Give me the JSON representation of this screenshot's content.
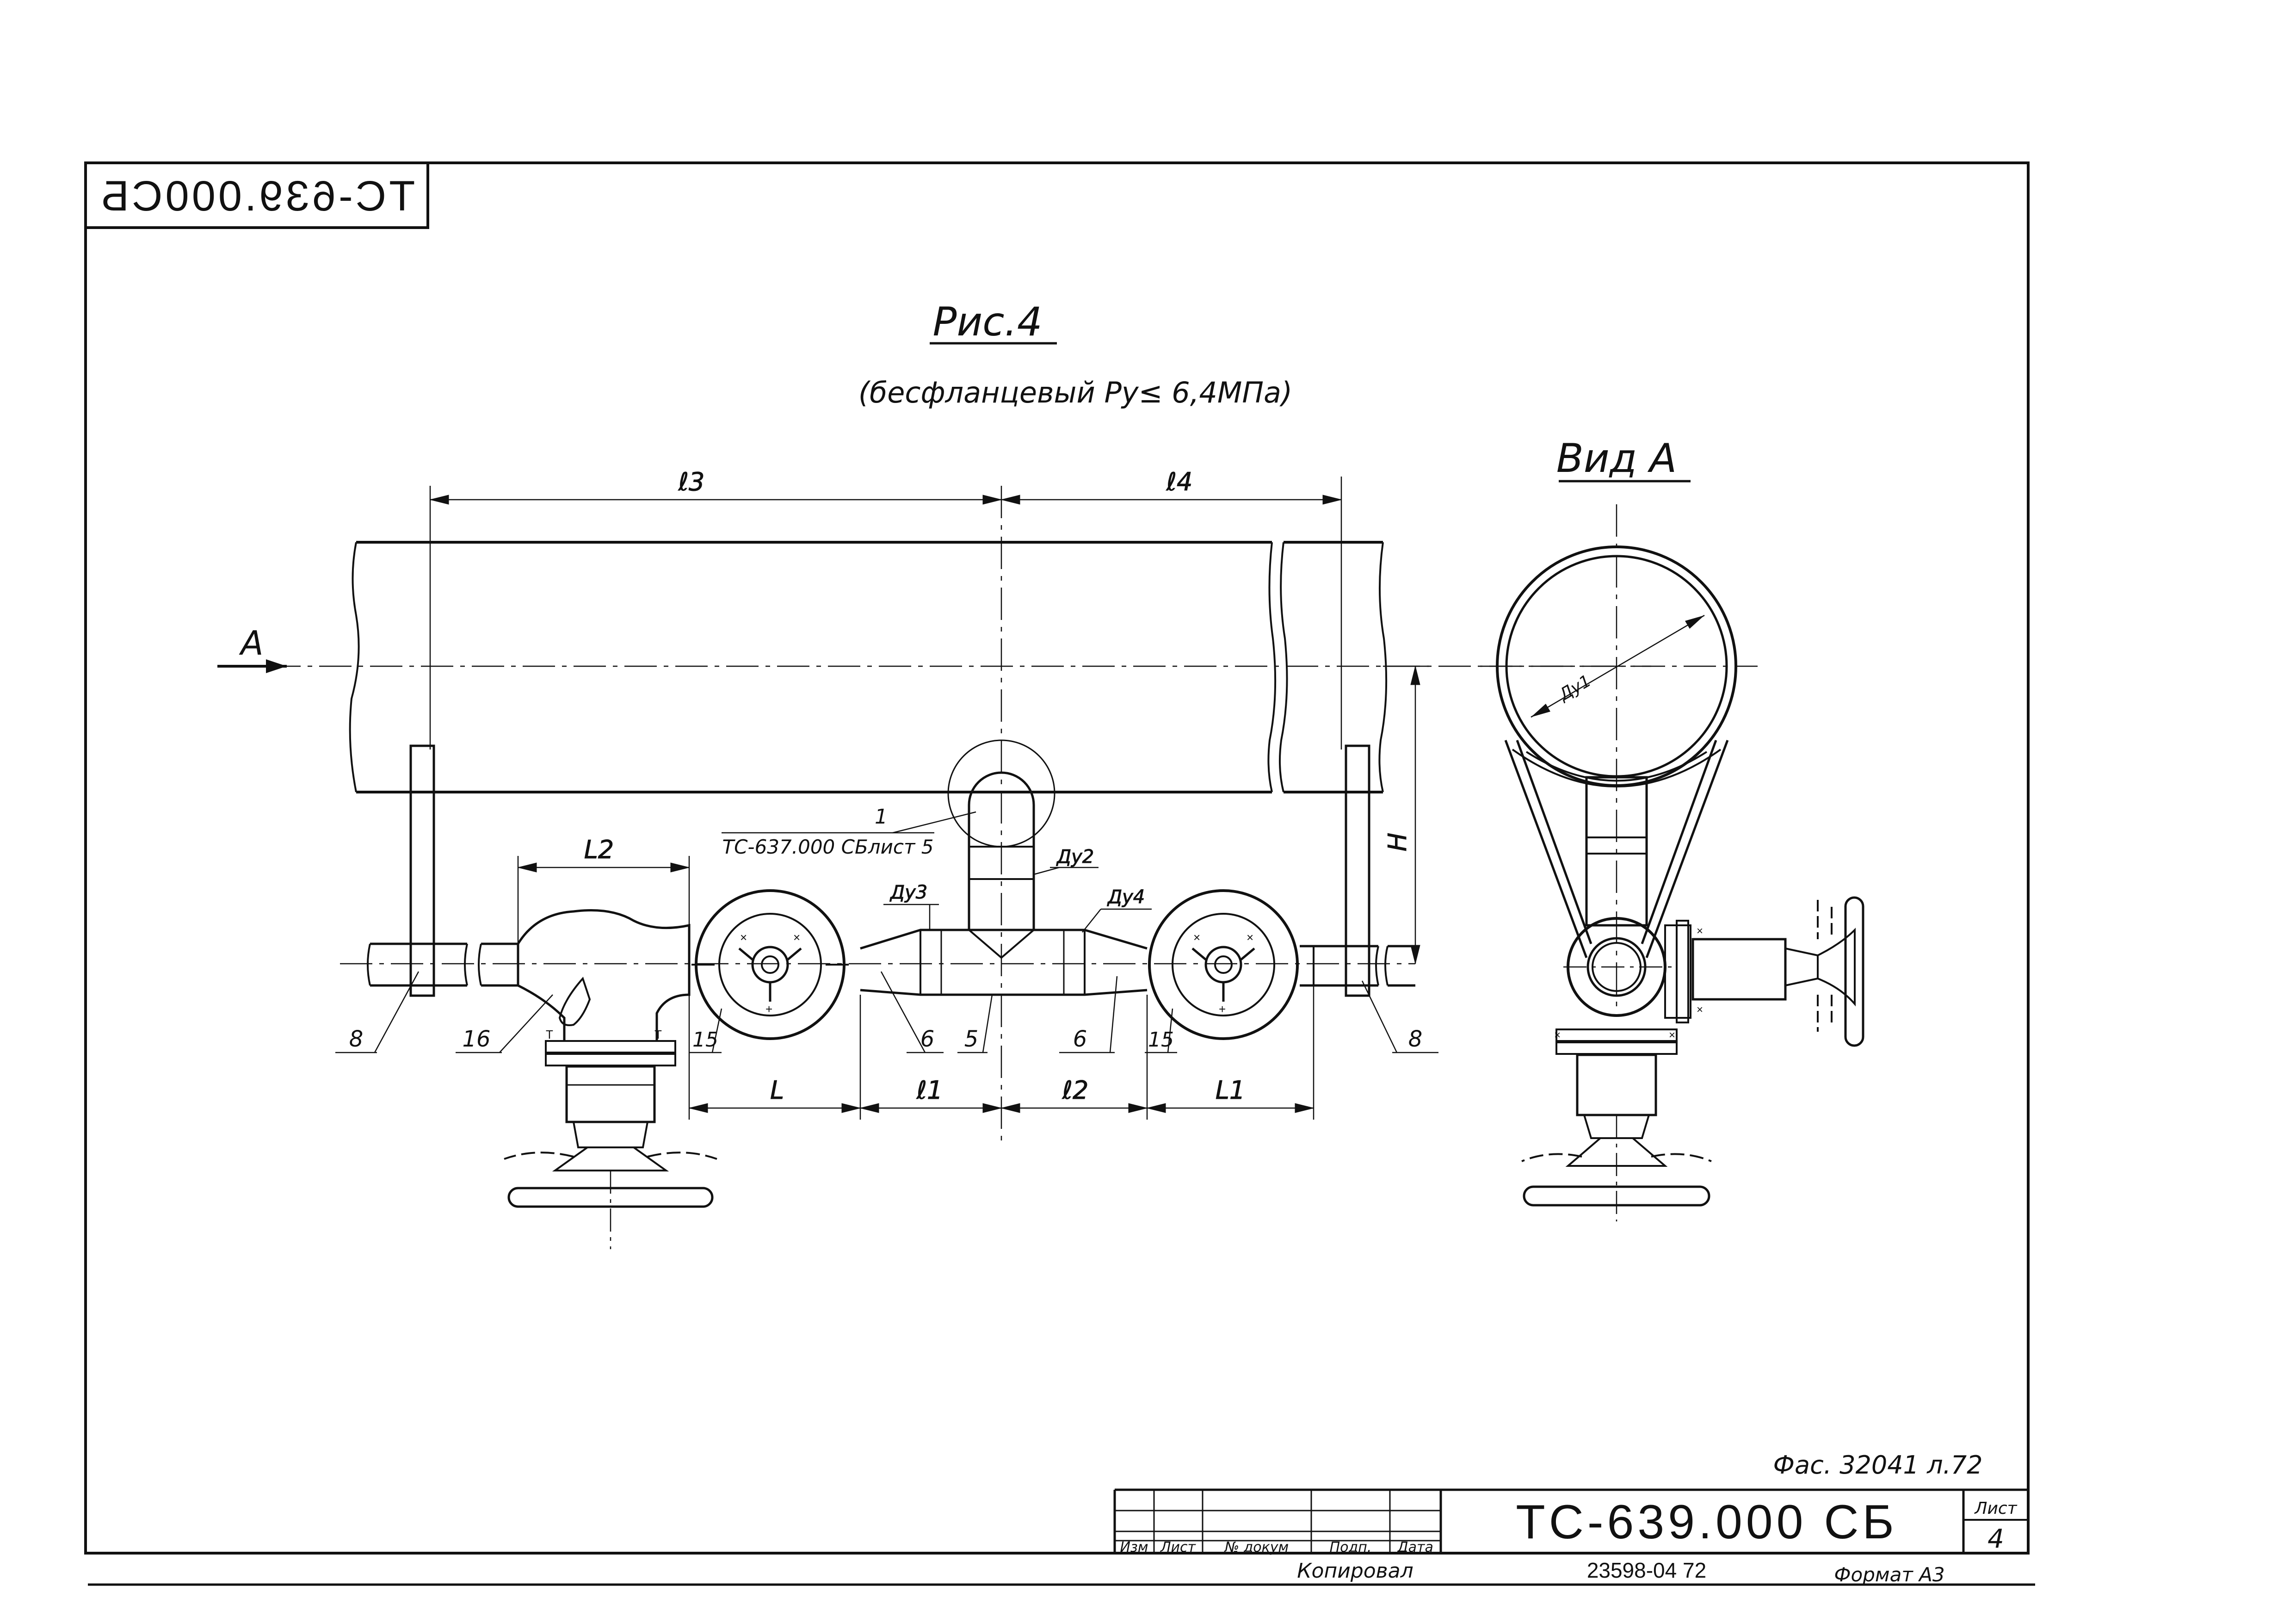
{
  "stamp": {
    "mirrored_code": "ТС-639.000СБ"
  },
  "figure": {
    "title": "Рис.4",
    "subtitle": "(бесфланцевый Ру≤ 6,4МПа)",
    "view_title": "Вид А",
    "view_arrow": "А"
  },
  "dimensions": {
    "l3": "ℓ3",
    "l4": "ℓ4",
    "L2": "L2",
    "H": "H",
    "L": "L",
    "l1": "ℓ1",
    "l2": "ℓ2",
    "L1": "L1",
    "Dy2": "Ду2",
    "Dy3": "Ду3",
    "Dy4": "Ду4",
    "Dy1": "Ду1"
  },
  "callouts": {
    "ref_note": "ТС-637.000 СБлист 5",
    "n1": "1",
    "n8a": "8",
    "n16": "16",
    "n15a": "15",
    "n6a": "6",
    "n5": "5",
    "n6b": "6",
    "n15b": "15",
    "n8b": "8"
  },
  "title_block": {
    "inv_note": "Фас. 32041 л.72",
    "code": "ТС-639.000 СБ",
    "sheet_label": "Лист",
    "sheet_number": "4",
    "col_izm": "Изм",
    "col_list": "Лист",
    "col_dokum": "№ докум",
    "col_podp": "Подп.",
    "col_data": "Дата",
    "copied": "Копировал",
    "order_no": "23598-04 72",
    "format": "Формат А3"
  }
}
